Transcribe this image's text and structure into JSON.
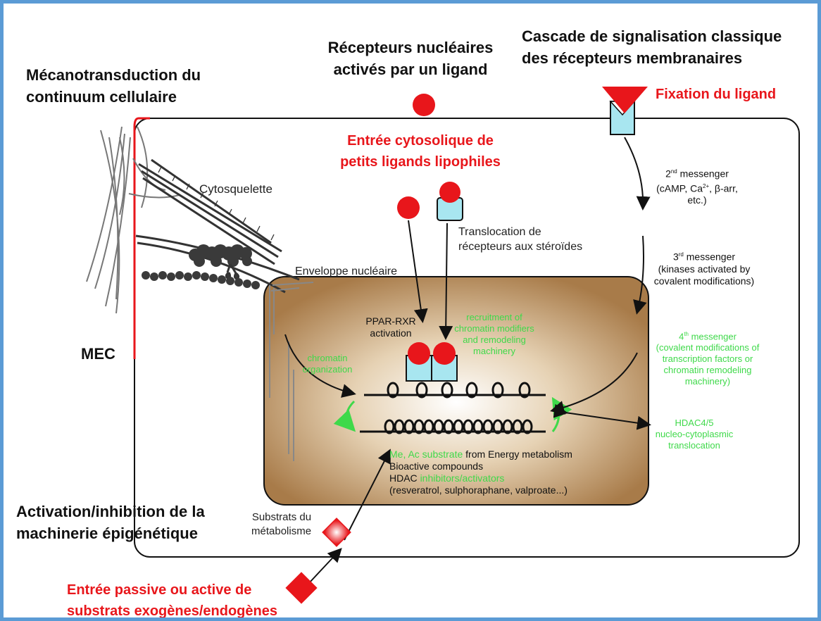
{
  "titles": {
    "mecano": [
      "Mécanotransduction du",
      "continuum cellulaire"
    ],
    "recepteurs_nucleaires": [
      "Récepteurs nucléaires",
      "activés par un ligand"
    ],
    "cascade": [
      "Cascade de signalisation classique",
      "des récepteurs membranaires"
    ],
    "activation": [
      "Activation/inhibition de la",
      "machinerie épigénétique"
    ],
    "mec": "MEC"
  },
  "red_labels": {
    "fixation": "Fixation du ligand",
    "entree_cytosolique": [
      "Entrée cytosolique de",
      "petits ligands lipophiles"
    ],
    "entree_passive": [
      "Entrée passive ou active de",
      "substrats exogènes/endogènes"
    ]
  },
  "labels": {
    "cytosquelette": "Cytosquelette",
    "translocation": [
      "Translocation de",
      "récepteurs aux stéroïdes"
    ],
    "enveloppe": "Enveloppe nucléaire",
    "substrats": [
      "Substrats du",
      "métabolisme"
    ],
    "ppar": [
      "PPAR-RXR",
      "activation"
    ],
    "messenger2": {
      "sup": "nd",
      "rest": " messenger",
      "line2_a": "(cAMP, Ca",
      "line2_sup": "2+",
      "line2_b": ", β-arr,",
      "line3": "etc.)"
    },
    "messenger3": {
      "sup": "rd",
      "rest": " messenger",
      "line2": "(kinases activated by",
      "line3": "covalent modifications)"
    },
    "metabolism": {
      "green_part": "Me, Ac substrate",
      "black_part": " from Energy metabolism",
      "line2": "Bioactive compounds",
      "line3_black": "HDAC ",
      "line3_green": "inhibitors/activators",
      "line4": "(resveratrol, sulphoraphane, valproate...)"
    }
  },
  "green_labels": {
    "recruitment": [
      "recruitment of",
      "chromatin modifiers",
      "and remodeling",
      "machinery"
    ],
    "chromatin_org": [
      "chromatin",
      "organization"
    ],
    "messenger4": {
      "sup": "th",
      "rest": " messenger",
      "lines": [
        "(covalent modifications of",
        "transcription factors or",
        "chromatin remodeling",
        "machinery)"
      ]
    },
    "hdac": [
      "HDAC4/5",
      "nucleo-cytoplasmic",
      "translocation"
    ]
  },
  "colors": {
    "frame_border": "#5b9bd5",
    "red": "#e8161b",
    "green": "#3fd94a",
    "receptor": "#a8e6f0",
    "nucleus": "#a87b49"
  }
}
